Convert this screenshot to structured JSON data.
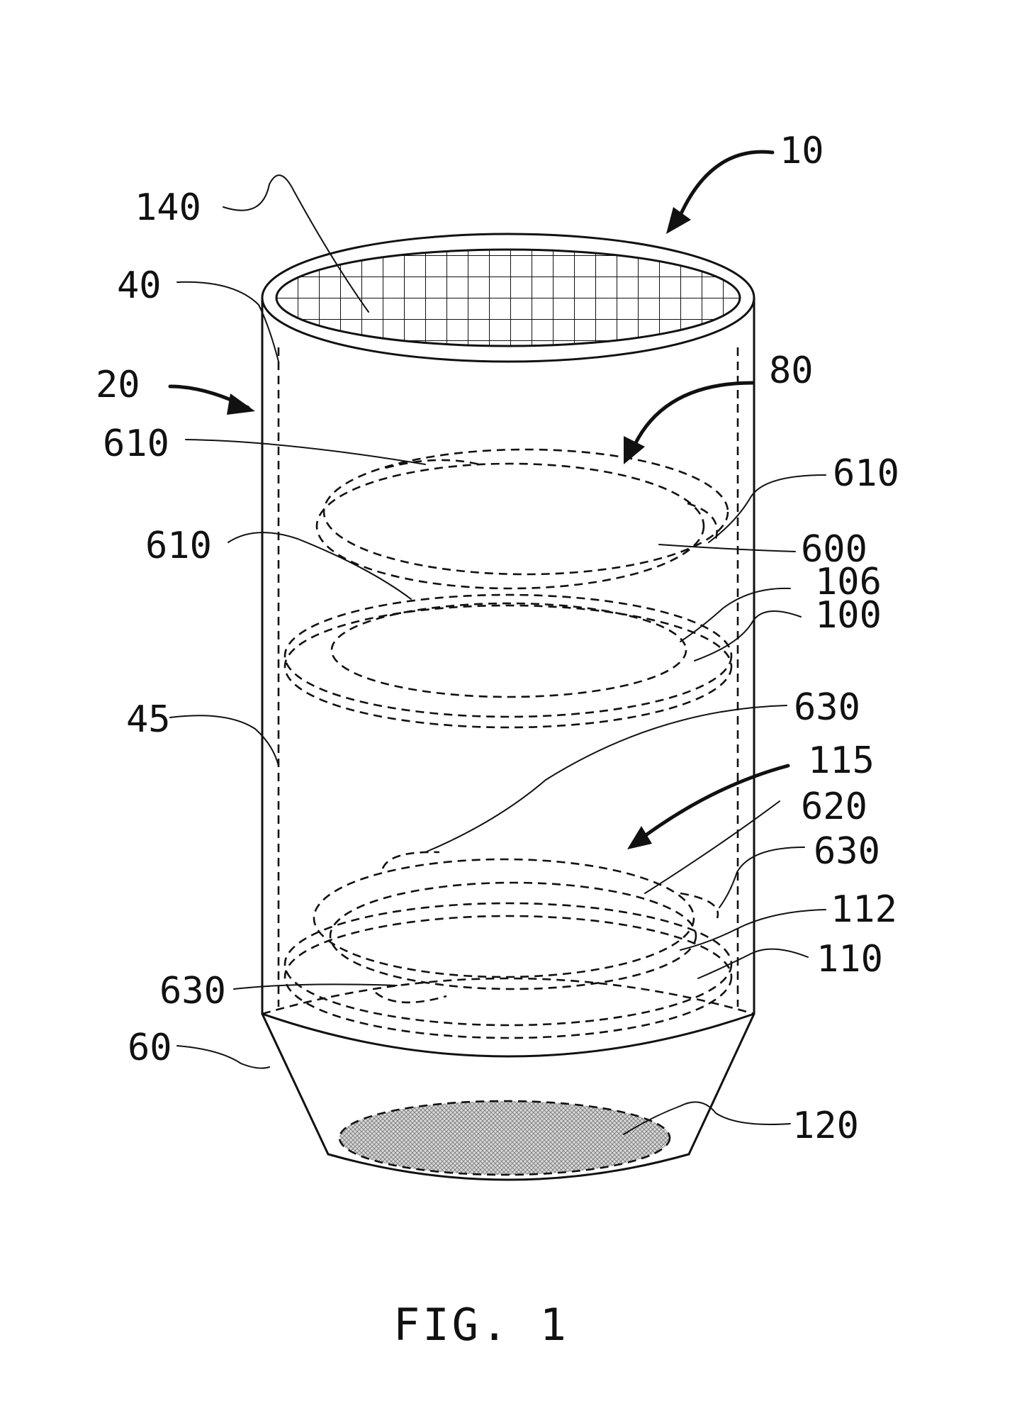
{
  "caption": "FIG. 1",
  "labels": {
    "l10": "10",
    "l140": "140",
    "l40": "40",
    "l20": "20",
    "l80": "80",
    "l610a": "610",
    "l610b": "610",
    "l610c": "610",
    "l600": "600",
    "l106": "106",
    "l100": "100",
    "l45": "45",
    "l630a": "630",
    "l115": "115",
    "l620": "620",
    "l630b": "630",
    "l112": "112",
    "l110": "110",
    "l630c": "630",
    "l60": "60",
    "l120": "120"
  }
}
